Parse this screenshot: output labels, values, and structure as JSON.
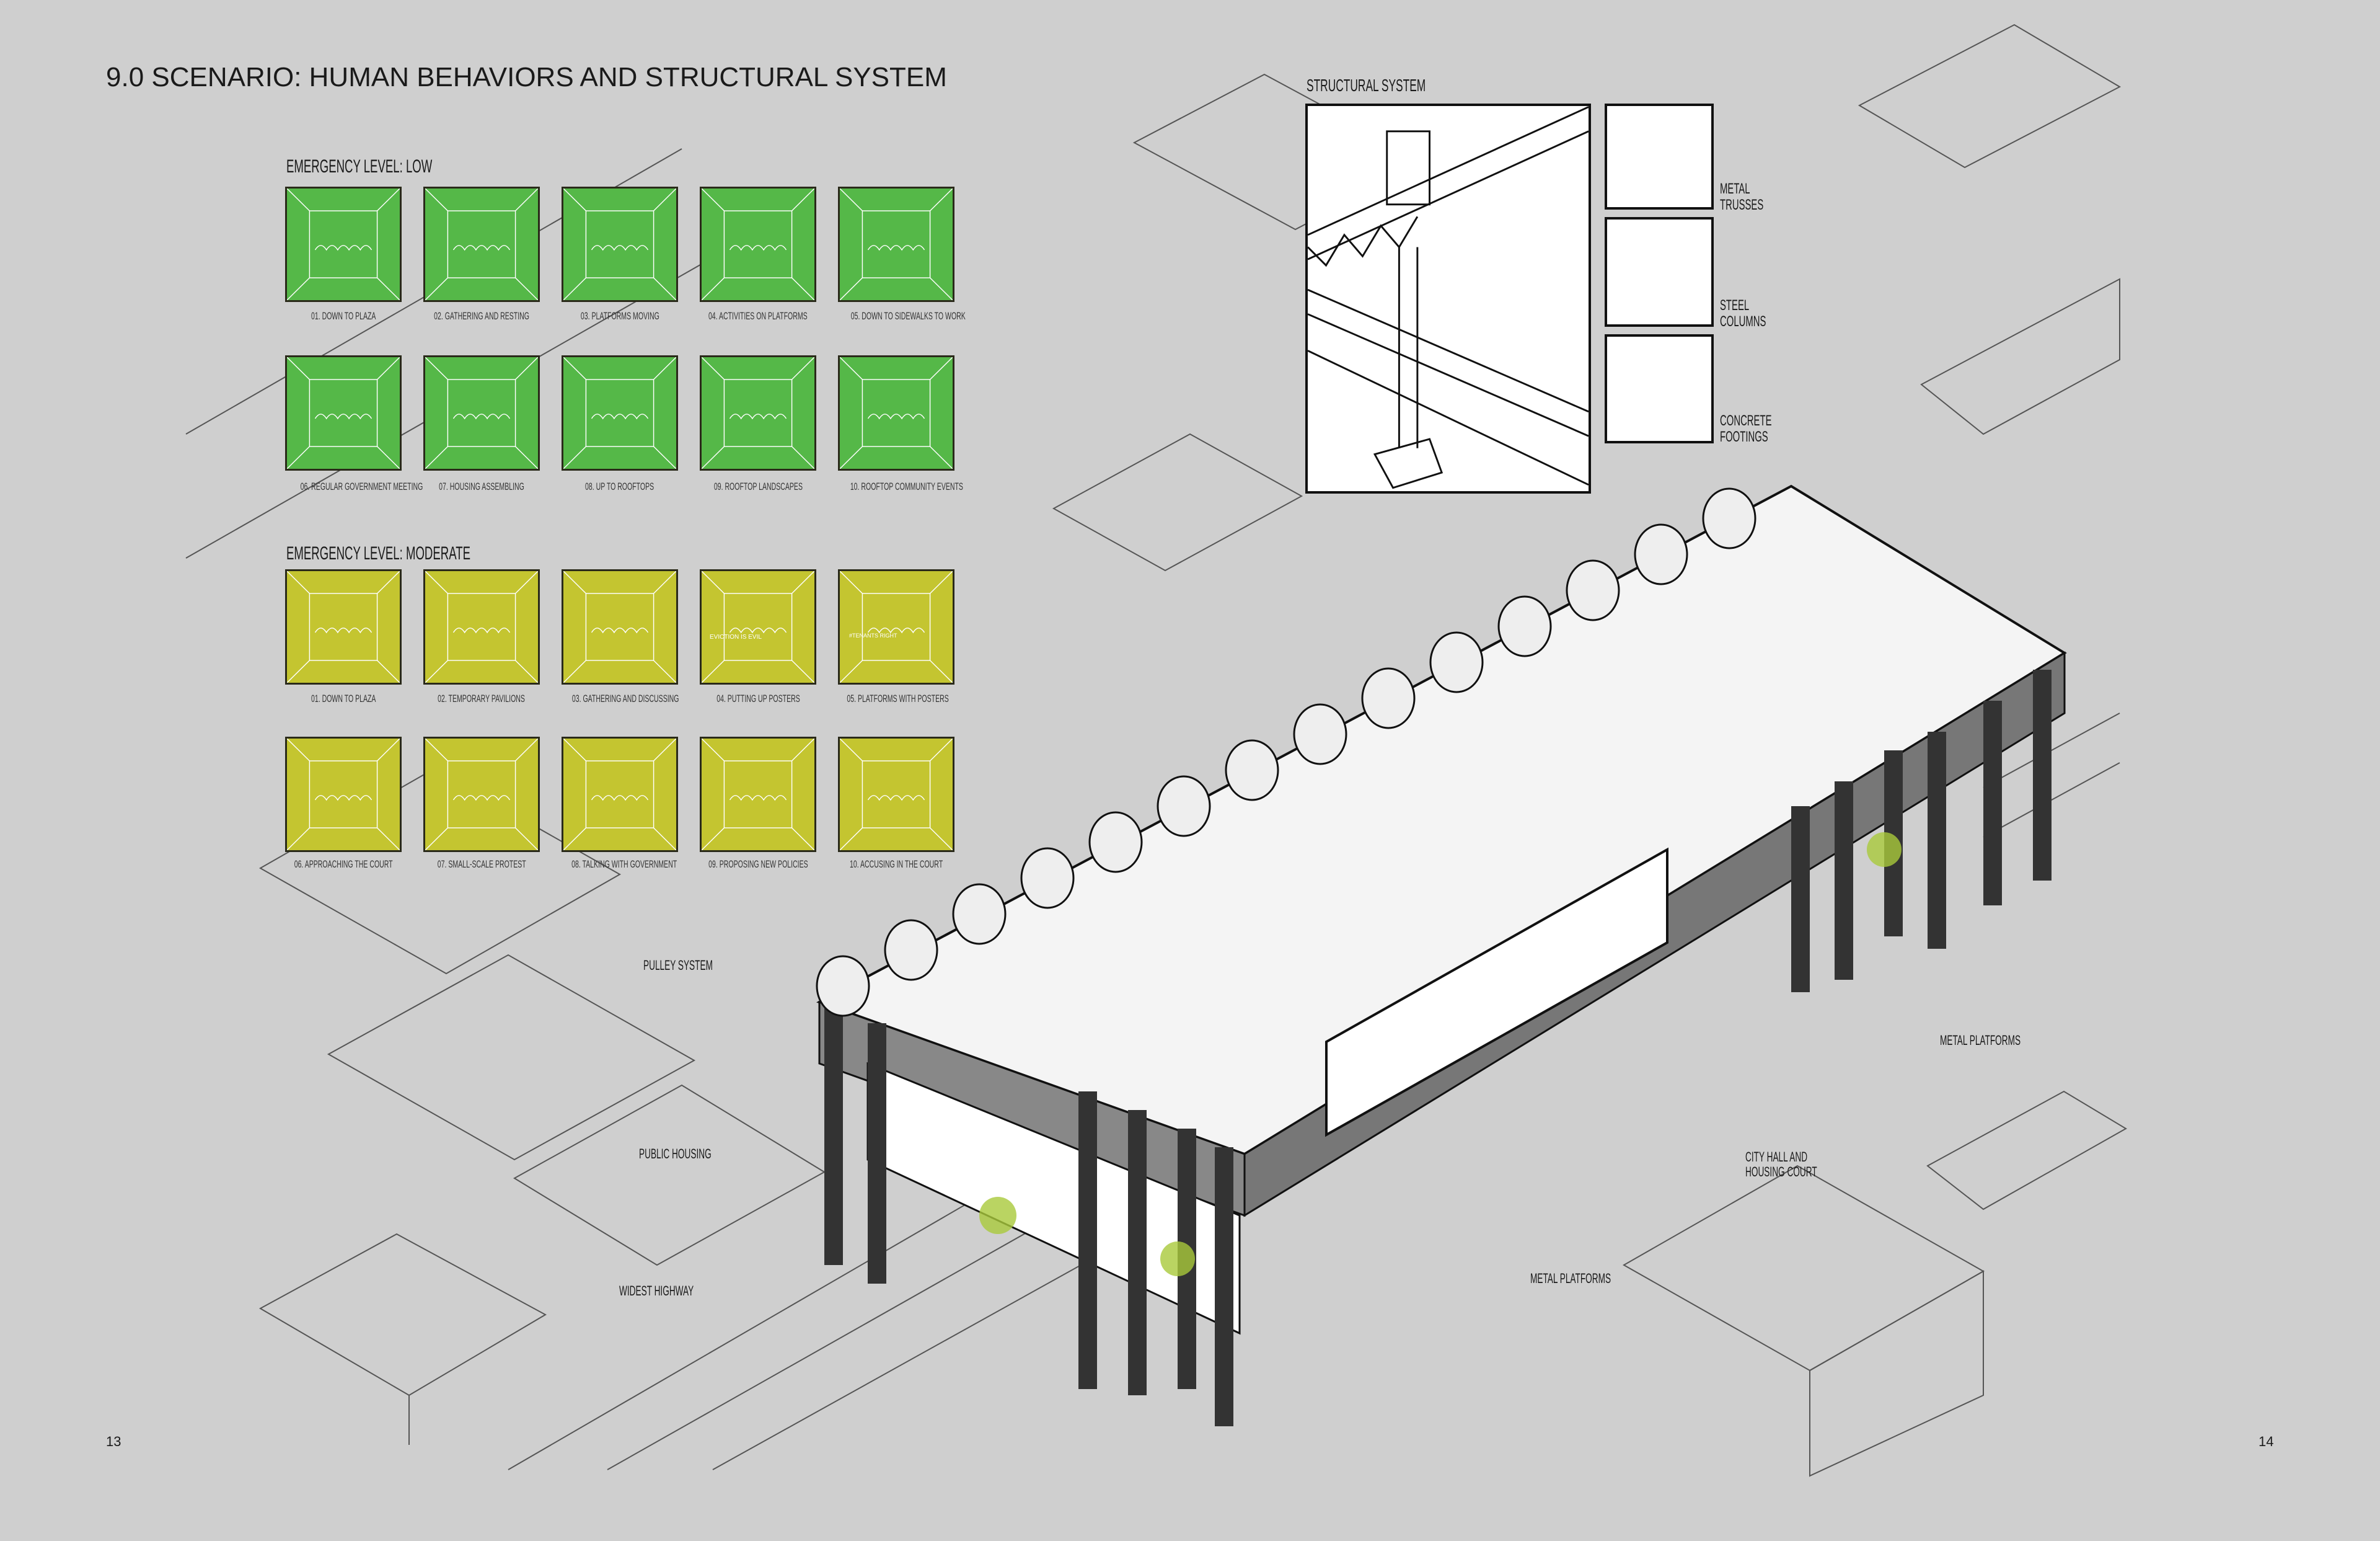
{
  "title": "9.0  SCENARIO: HUMAN BEHAVIORS AND STRUCTURAL SYSTEM",
  "colors": {
    "low": "#55b848",
    "moderate": "#c4c530",
    "background": "#cfcfcf"
  },
  "emergency_low": {
    "label": "EMERGENCY LEVEL: LOW",
    "tiles": [
      "01. DOWN TO PLAZA",
      "02. GATHERING AND RESTING",
      "03. PLATFORMS MOVING",
      "04. ACTIVITIES ON PLATFORMS",
      "05. DOWN TO SIDEWALKS TO WORK",
      "06. REGULAR GOVERNMENT MEETING",
      "07. HOUSING ASSEMBLING",
      "08. UP TO ROOFTOPS",
      "09. ROOFTOP LANDSCAPES",
      "10. ROOFTOP COMMUNITY EVENTS"
    ]
  },
  "emergency_moderate": {
    "label": "EMERGENCY LEVEL: MODERATE",
    "tiles": [
      "01. DOWN TO PLAZA",
      "02. TEMPORARY PAVILIONS",
      "03. GATHERING AND DISCUSSING",
      "04. PUTTING UP POSTERS",
      "05. PLATFORMS WITH POSTERS",
      "06. APPROACHING THE COURT",
      "07. SMALL-SCALE PROTEST",
      "08. TALKING WITH GOVERNMENT",
      "09. PROPOSING NEW POLICIES",
      "10. ACCUSING IN THE COURT"
    ],
    "sign_texts": [
      "EVICTION IS EVIL",
      "#TENANTS RIGHT"
    ]
  },
  "structural_system": {
    "label": "STRUCTURAL SYSTEM",
    "details": [
      {
        "line1": "METAL",
        "line2": "TRUSSES"
      },
      {
        "line1": "STEEL",
        "line2": "COLUMNS"
      },
      {
        "line1": "CONCRETE",
        "line2": "FOOTINGS"
      }
    ]
  },
  "callouts": {
    "pulley": "PULLEY SYSTEM",
    "housing": "PUBLIC HOUSING",
    "highway": "WIDEST HIGHWAY",
    "platforms_1": "METAL PLATFORMS",
    "platforms_2": "METAL PLATFORMS",
    "city_hall_1": "CITY HALL AND",
    "city_hall_2": "HOUSING COURT"
  },
  "page_numbers": {
    "left": "13",
    "right": "14"
  }
}
